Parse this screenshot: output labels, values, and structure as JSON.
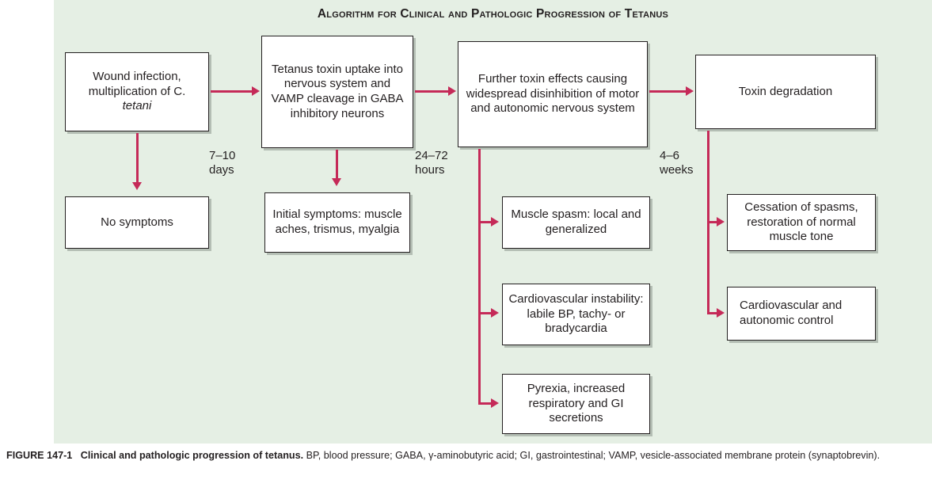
{
  "figure": {
    "title": "Algorithm for Clinical and Pathologic Progression of Tetanus",
    "caption_label": "FIGURE 147-1",
    "caption_title": "Clinical and pathologic progression of tetanus.",
    "caption_abbreviations": "BP, blood pressure; GABA, γ-aminobutyric acid; GI, gastrointestinal; VAMP, vesicle-associated membrane protein (synaptobrevin)."
  },
  "colors": {
    "canvas_background": "#e5efe4",
    "connector": "#c52a58",
    "box_fill": "#ffffff",
    "box_border": "#231f20",
    "text": "#231f20"
  },
  "nodes": {
    "wound_infection": "Wound infection, multiplication of C. tetani",
    "wound_infection_line1": "Wound infection,",
    "wound_infection_line2": "multiplication of C.",
    "wound_infection_line3": "tetani",
    "no_symptoms": "No symptoms",
    "toxin_uptake": "Tetanus toxin uptake into nervous system and VAMP cleavage in GABA inhibitory neurons",
    "initial_symptoms": "Initial symptoms: muscle aches, trismus, myalgia",
    "further_effects": "Further toxin effects causing widespread disinhibition of motor and autonomic nervous system",
    "muscle_spasm": "Muscle spasm: local and generalized",
    "cardiovascular_instability": "Cardiovascular instability: labile BP, tachy- or bradycardia",
    "pyrexia": "Pyrexia, increased respiratory and GI secretions",
    "toxin_degradation": "Toxin degradation",
    "cessation_of_spasms": "Cessation of spasms, restoration of normal muscle tone",
    "cardiovascular_control": "Cardiovascular and autonomic control"
  },
  "timings": {
    "t1": "7–10\ndays",
    "t2": "24–72\nhours",
    "t3": "4–6\nweeks"
  }
}
